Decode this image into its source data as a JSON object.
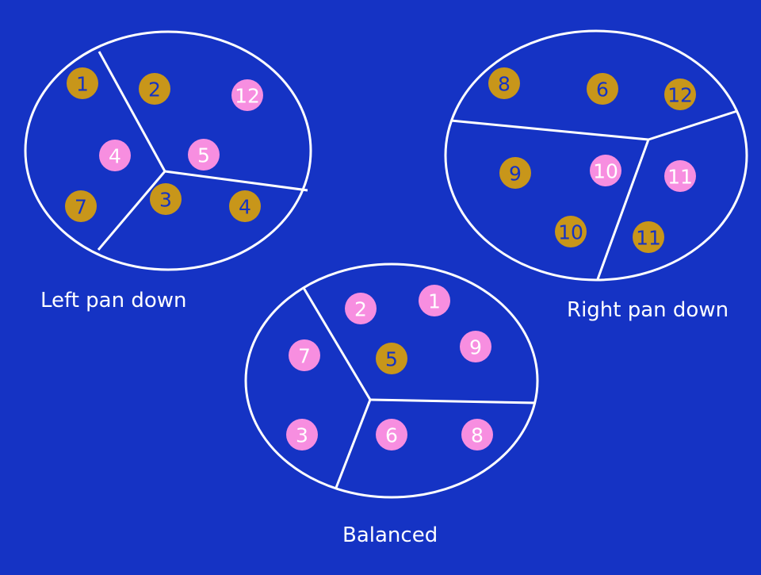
{
  "colors": {
    "background": "#1533c4",
    "line": "#ffffff",
    "coin_gold": "#c8961a",
    "coin_pink": "#f78ee0",
    "label_dark": "#1533c4",
    "label_light": "#ffffff"
  },
  "captions": {
    "left": "Left pan down",
    "right": "Right pan down",
    "balanced": "Balanced"
  },
  "diagrams": [
    {
      "id": "left",
      "coins": [
        {
          "label": "1",
          "color": "gold"
        },
        {
          "label": "2",
          "color": "gold"
        },
        {
          "label": "12",
          "color": "pink"
        },
        {
          "label": "4",
          "color": "pink"
        },
        {
          "label": "5",
          "color": "pink"
        },
        {
          "label": "3",
          "color": "gold"
        },
        {
          "label": "7",
          "color": "gold"
        },
        {
          "label": "4",
          "color": "gold"
        }
      ]
    },
    {
      "id": "right",
      "coins": [
        {
          "label": "8",
          "color": "gold"
        },
        {
          "label": "6",
          "color": "gold"
        },
        {
          "label": "12",
          "color": "gold"
        },
        {
          "label": "9",
          "color": "gold"
        },
        {
          "label": "10",
          "color": "pink"
        },
        {
          "label": "11",
          "color": "pink"
        },
        {
          "label": "10",
          "color": "gold"
        },
        {
          "label": "11",
          "color": "gold"
        }
      ]
    },
    {
      "id": "balanced",
      "coins": [
        {
          "label": "2",
          "color": "pink"
        },
        {
          "label": "1",
          "color": "pink"
        },
        {
          "label": "9",
          "color": "pink"
        },
        {
          "label": "7",
          "color": "pink"
        },
        {
          "label": "5",
          "color": "gold"
        },
        {
          "label": "3",
          "color": "pink"
        },
        {
          "label": "6",
          "color": "pink"
        },
        {
          "label": "8",
          "color": "pink"
        }
      ]
    }
  ]
}
